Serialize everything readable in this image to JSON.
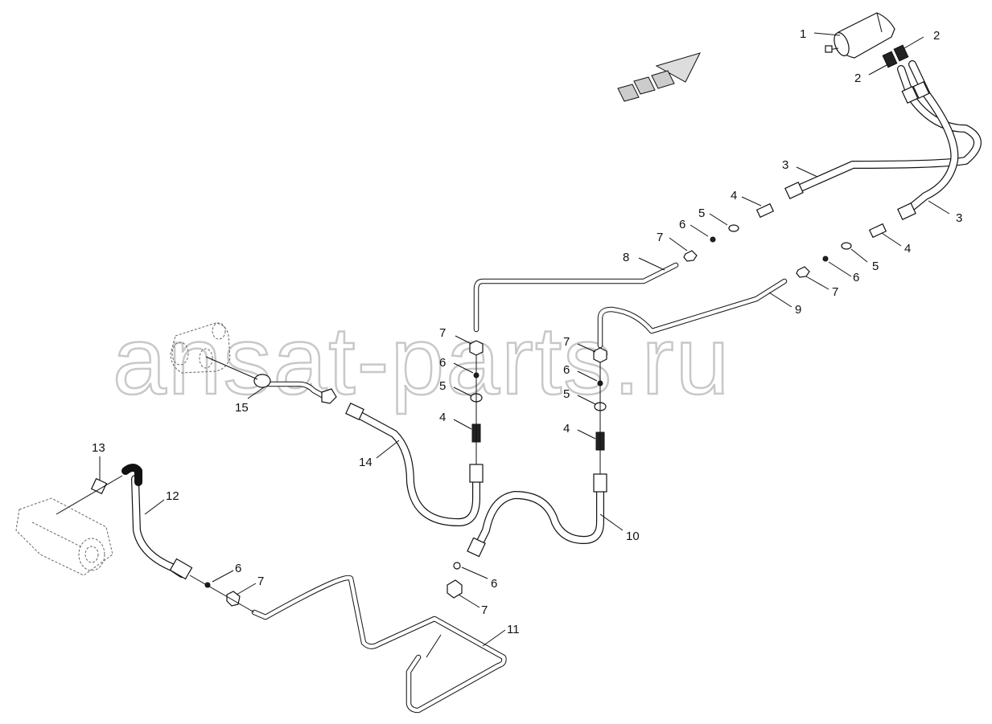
{
  "watermark": "ansat-parts.ru",
  "corner_mark": "",
  "callouts": [
    {
      "id": "c1",
      "label": "1"
    },
    {
      "id": "c2a",
      "label": "2"
    },
    {
      "id": "c2b",
      "label": "2"
    },
    {
      "id": "c3a",
      "label": "3"
    },
    {
      "id": "c3b",
      "label": "3"
    },
    {
      "id": "c4a",
      "label": "4"
    },
    {
      "id": "c4b",
      "label": "4"
    },
    {
      "id": "c4c",
      "label": "4"
    },
    {
      "id": "c4d",
      "label": "4"
    },
    {
      "id": "c5a",
      "label": "5"
    },
    {
      "id": "c5b",
      "label": "5"
    },
    {
      "id": "c5c",
      "label": "5"
    },
    {
      "id": "c5d",
      "label": "5"
    },
    {
      "id": "c6a",
      "label": "6"
    },
    {
      "id": "c6b",
      "label": "6"
    },
    {
      "id": "c6c",
      "label": "6"
    },
    {
      "id": "c6d",
      "label": "6"
    },
    {
      "id": "c6e",
      "label": "6"
    },
    {
      "id": "c6f",
      "label": "6"
    },
    {
      "id": "c7a",
      "label": "7"
    },
    {
      "id": "c7b",
      "label": "7"
    },
    {
      "id": "c7c",
      "label": "7"
    },
    {
      "id": "c7d",
      "label": "7"
    },
    {
      "id": "c7e",
      "label": "7"
    },
    {
      "id": "c7f",
      "label": "7"
    },
    {
      "id": "c8",
      "label": "8"
    },
    {
      "id": "c9",
      "label": "9"
    },
    {
      "id": "c10",
      "label": "10"
    },
    {
      "id": "c11",
      "label": "11"
    },
    {
      "id": "c12",
      "label": "12"
    },
    {
      "id": "c13",
      "label": "13"
    },
    {
      "id": "c14",
      "label": "14"
    },
    {
      "id": "c15",
      "label": "15"
    }
  ]
}
